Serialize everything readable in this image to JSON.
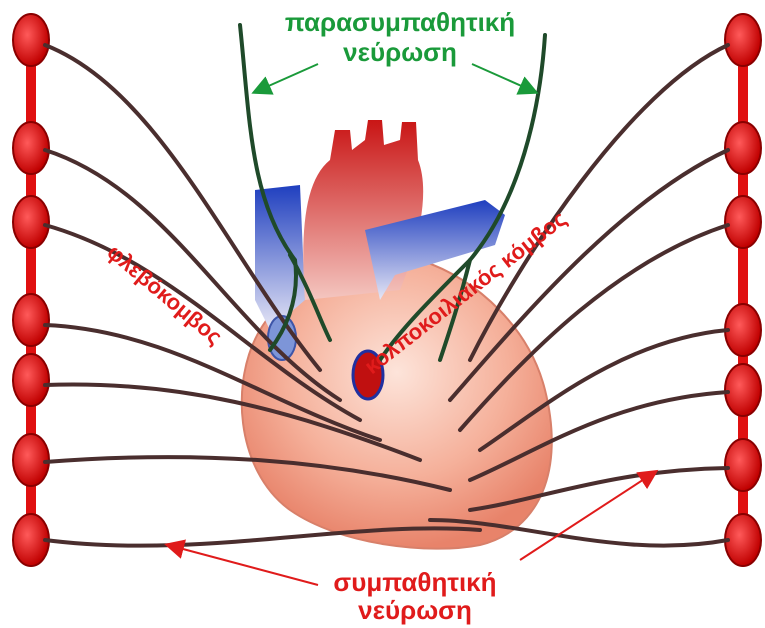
{
  "labels": {
    "parasympathetic_line1": "παρασυμπαθητική",
    "parasympathetic_line2": "νεύρωση",
    "sympathetic_line1": "συμπαθητική",
    "sympathetic_line2": "νεύρωση",
    "sa_node": "φλεβόκομβος",
    "av_node": "κολποκοιλιακός κόμβος"
  },
  "colors": {
    "parasympathetic": "#1a9a3a",
    "sympathetic": "#e01b1b",
    "aorta": "#d42222",
    "veins": "#1f3fbf",
    "heart": "#f2a48e",
    "chain": "#e01010",
    "nerve": "#4a2e2e"
  }
}
